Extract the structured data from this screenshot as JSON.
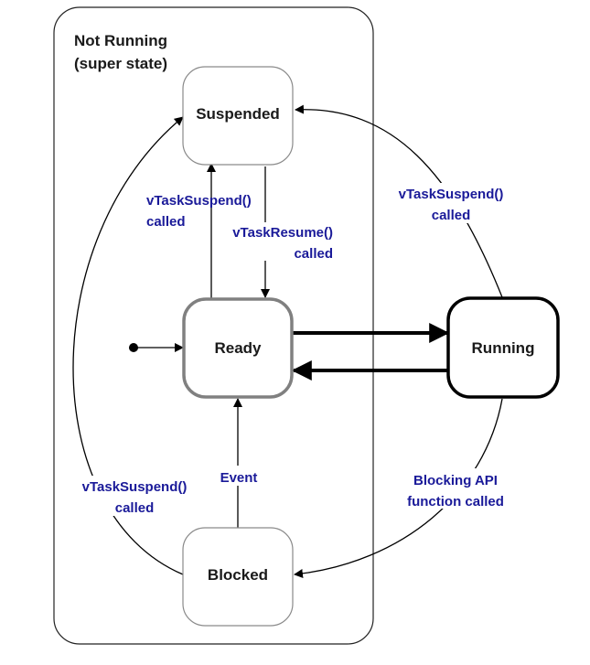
{
  "super_state": {
    "title_line1": "Not Running",
    "title_line2": "(super state)"
  },
  "states": {
    "suspended": "Suspended",
    "ready": "Ready",
    "running": "Running",
    "blocked": "Blocked"
  },
  "transitions": {
    "ready_to_suspended": {
      "line1": "vTaskSuspend()",
      "line2": "called"
    },
    "suspended_to_ready": {
      "line1": "vTaskResume()",
      "line2": "called"
    },
    "running_to_suspended": {
      "line1": "vTaskSuspend()",
      "line2": "called"
    },
    "blocked_to_suspended": {
      "line1": "vTaskSuspend()",
      "line2": "called"
    },
    "blocked_to_ready": {
      "line1": "Event"
    },
    "running_to_blocked": {
      "line1": "Blocking API",
      "line2": "function called"
    }
  },
  "colors": {
    "transition_text": "#1a1a99",
    "state_border": "#8a8a8a",
    "ready_border": "#808080",
    "running_border": "#000000"
  }
}
